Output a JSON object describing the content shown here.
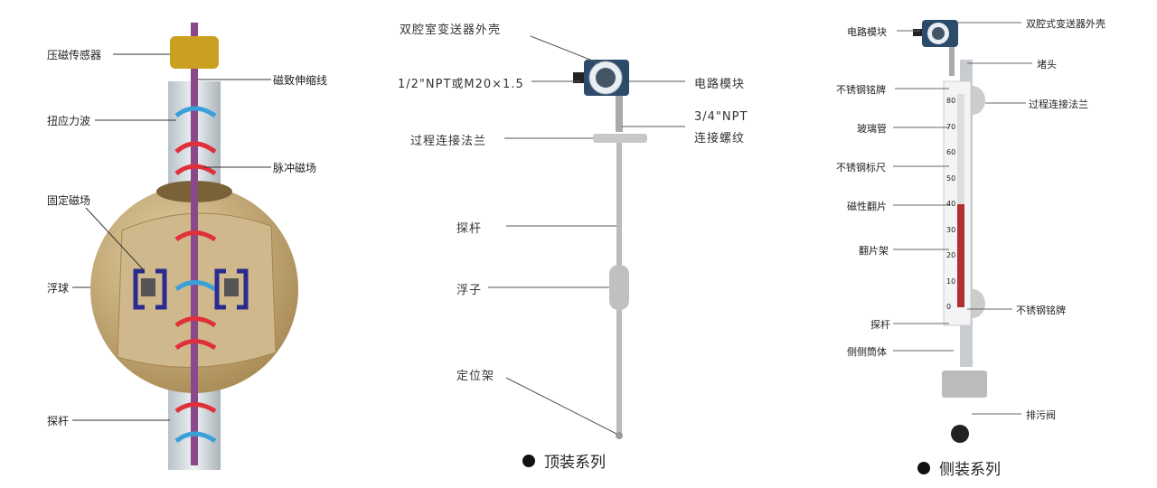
{
  "principle": {
    "labels": [
      "压磁传感器",
      "磁致伸缩线",
      "扭应力波",
      "脉冲磁场",
      "固定磁场",
      "浮球",
      "探杆"
    ]
  },
  "top_mount": {
    "labels": [
      "双腔室变送器外壳",
      "1/2\"NPT或M20×1.5",
      "电路模块",
      "3/4\"NPT",
      "连接螺纹",
      "过程连接法兰",
      "探杆",
      "浮子",
      "定位架"
    ],
    "caption": "顶装系列"
  },
  "side_mount": {
    "labels": [
      "电路模块",
      "双腔式变送器外壳",
      "堵头",
      "不锈钢铭牌",
      "过程连接法兰",
      "玻璃管",
      "不锈钢标尺",
      "磁性翻片",
      "翻片架",
      "不锈钢铭牌",
      "探杆",
      "侧侧筒体",
      "排污阀"
    ],
    "scale": [
      "80",
      "70",
      "60",
      "50",
      "40",
      "30",
      "20",
      "10",
      "0"
    ],
    "level_percent": 40,
    "caption": "侧装系列"
  },
  "colors": {
    "ball": "#c9ae7a",
    "wire": "#8a4a8a",
    "wave_blue": "#3aa0d8",
    "wave_red": "#e0303a",
    "magnet": "#2a2a90",
    "sensor": "#c9a020",
    "flip_red": "#b03030"
  }
}
